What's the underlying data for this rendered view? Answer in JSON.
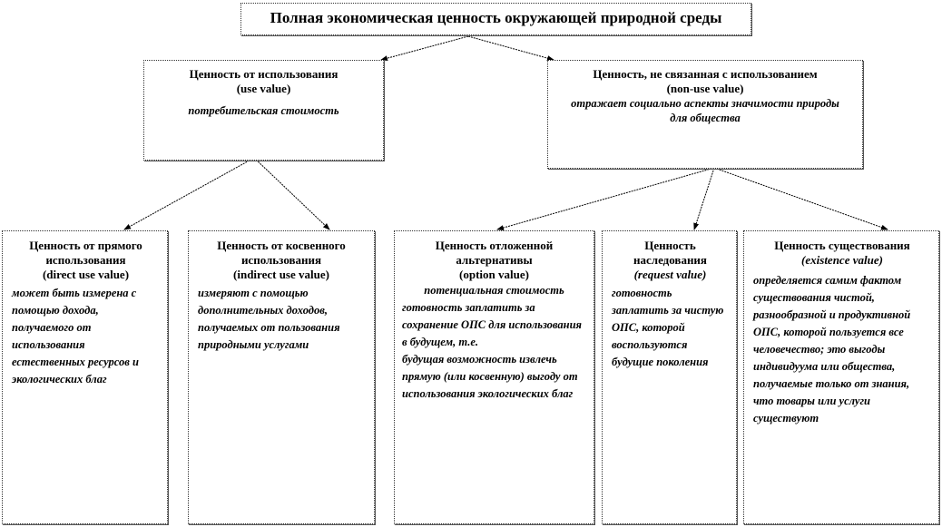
{
  "diagram": {
    "root": {
      "title": "Полная экономическая ценность окружающей природной среды"
    },
    "level1": [
      {
        "heading": "Ценность от использования",
        "subtitle": "(use value)",
        "description": "потребительская стоимость"
      },
      {
        "heading": "Ценность, не связанная с использованием",
        "subtitle": "(non-use value)",
        "description": "отражает социально аспекты значимости природы для общества"
      }
    ],
    "level2": [
      {
        "parent": "use value",
        "heading": "Ценность от прямого использования",
        "subtitle": "(direct use value)",
        "description": "может быть измерена с помощью дохода, получаемого от использования естественных ресурсов и экологических благ"
      },
      {
        "parent": "use value",
        "heading": "Ценность от косвенного использования",
        "subtitle": "(indirect use value)",
        "description": "измеряют с помощью дополнительных доходов, получаемых от пользования природными услугами"
      },
      {
        "parent": "non-use value",
        "heading": "Ценность отложенной альтернативы",
        "subtitle": "(option value)",
        "description_line1": "потенциальная стоимость",
        "description": "готовность заплатить за сохранение ОПС для использования в будущем, т.е.",
        "description_line3": "будущая возможность извлечь прямую (или косвенную) выгоду от использования экологических благ"
      },
      {
        "parent": "non-use value",
        "heading": "Ценность наследования",
        "subtitle": "(request value)",
        "description": "готовность заплатить за чистую ОПС, которой воспользуются будущие поколения"
      },
      {
        "parent": "non-use value",
        "heading": "Ценность существования",
        "subtitle": "(existence value)",
        "description": "определяется самим фактом существования чистой, разнообразной и продуктивной ОПС, которой пользуется все человечество; это выгоды индивидуума или общества, получаемые только от знания, что товары или услуги существуют"
      }
    ]
  }
}
